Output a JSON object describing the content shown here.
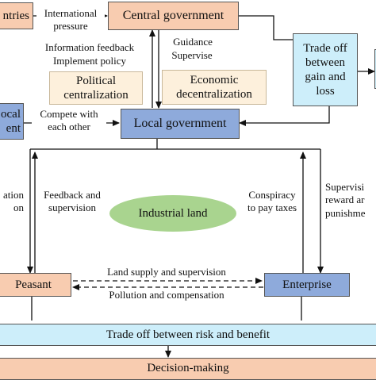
{
  "nodes": {
    "countries": "ntries",
    "central_government": "Central government",
    "trade_off_gain_loss": "Trade off between gain and loss",
    "political_centralization": "Political centralization",
    "economic_decentralization": "Economic decentralization",
    "other_local_government_line1": "ocal",
    "other_local_government_line2": "ent",
    "local_government": "Local government",
    "industrial_land": "Industrial land",
    "peasant": "Peasant",
    "enterprise": "Enterprise",
    "trade_off_risk_benefit": "Trade off between risk and benefit",
    "decision_making": "Decision-making"
  },
  "edge_labels": {
    "international_pressure": "International\npressure",
    "information_feedback": "Information feedback",
    "implement_policy": "Implement policy",
    "guidance": "Guidance",
    "supervise": "Supervise",
    "compete_with_each_other": "Compete with\neach other",
    "feedback_and_supervision": "Feedback and\nsupervision",
    "left_cut_label": "ation\non",
    "conspiracy_to_pay_taxes": "Conspiracy\nto pay taxes",
    "right_cut_label": "Supervisi\nreward ar\npunishme",
    "land_supply_and_supervision": "Land supply and supervision",
    "pollution_and_compensation": "Pollution and compensation"
  },
  "colors": {
    "orange_fill": "#f8ccb0",
    "blue_fill": "#8eaadb",
    "cyan_fill": "#cdeefa",
    "cream_fill": "#fdf0dc",
    "green_fill": "#a9d48f",
    "line": "#111111"
  }
}
